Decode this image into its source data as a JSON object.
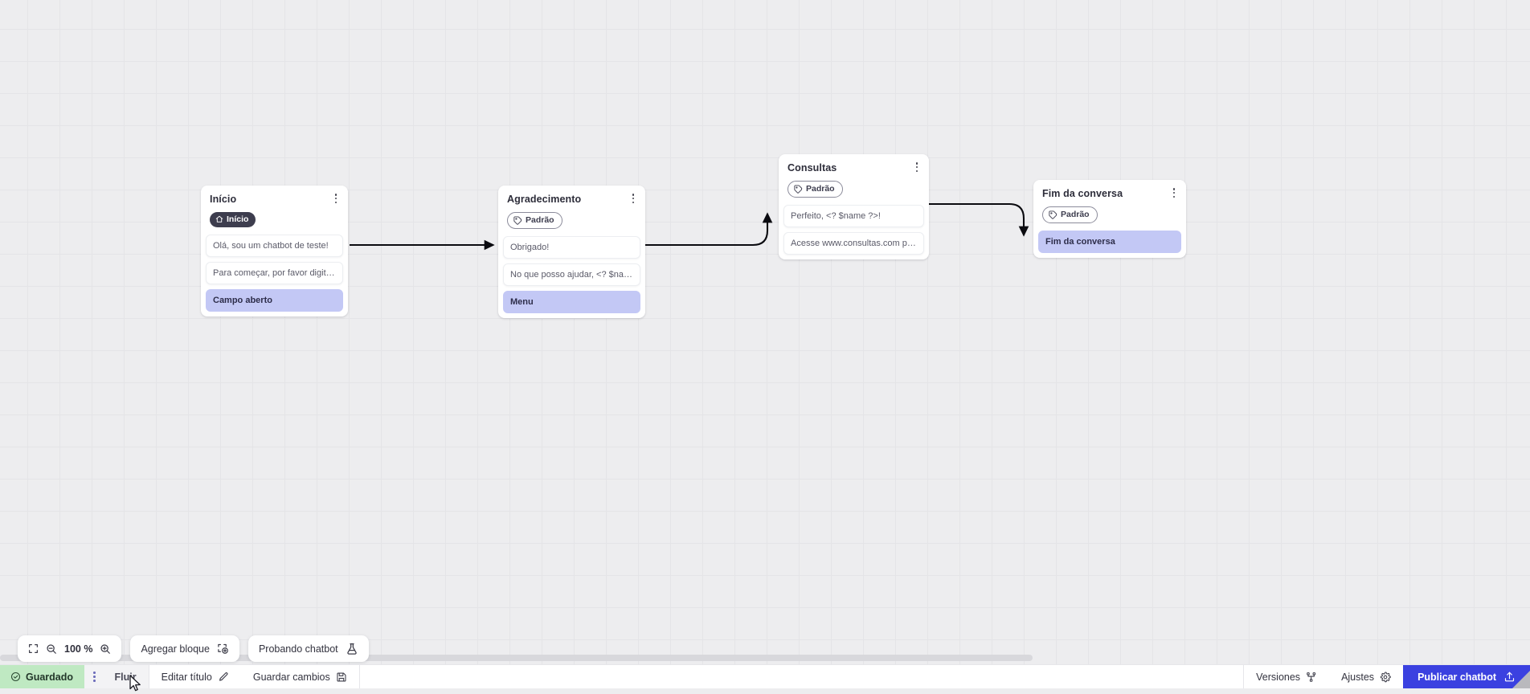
{
  "canvas": {
    "zoom_label": "100 %",
    "nodes": [
      {
        "id": "inicio",
        "title": "Início",
        "badge": {
          "label": "Início",
          "icon": "home-icon",
          "style": "dark"
        },
        "messages": [
          {
            "text": "Olá, sou um chatbot de teste!",
            "accent": false
          },
          {
            "text": "Para começar, por favor digite o ...",
            "accent": false
          },
          {
            "text": "Campo aberto",
            "accent": true
          }
        ]
      },
      {
        "id": "agradecimento",
        "title": "Agradecimento",
        "badge": {
          "label": "Padrão",
          "icon": "tag-icon",
          "style": "outline"
        },
        "messages": [
          {
            "text": "Obrigado!",
            "accent": false
          },
          {
            "text": "No que posso ajudar, <? $name ...",
            "accent": false
          },
          {
            "text": "Menu",
            "accent": true
          }
        ]
      },
      {
        "id": "consultas",
        "title": "Consultas",
        "badge": {
          "label": "Padrão",
          "icon": "tag-icon",
          "style": "outline"
        },
        "messages": [
          {
            "text": "Perfeito, <? $name ?>!",
            "accent": false
          },
          {
            "text": "Acesse www.consultas.com par...",
            "accent": false
          }
        ]
      },
      {
        "id": "fim",
        "title": "Fim da conversa",
        "badge": {
          "label": "Padrão",
          "icon": "tag-icon",
          "style": "outline"
        },
        "messages": [
          {
            "text": "Fim da conversa",
            "accent": true
          }
        ]
      }
    ]
  },
  "toolbar": {
    "fit_icon": "fit-screen-icon",
    "zoom_out_icon": "zoom-out-icon",
    "zoom_in_icon": "zoom-in-icon",
    "zoom_label": "100 %",
    "add_block_label": "Agregar bloque",
    "add_block_icon": "add-block-icon",
    "test_chatbot_label": "Probando chatbot",
    "test_chatbot_icon": "flask-icon"
  },
  "statusbar": {
    "saved_label": "Guardado",
    "saved_icon": "check-circle-icon",
    "kebab_icon": "kebab-menu-icon",
    "flow_tab_label": "Fluir",
    "edit_title_label": "Editar título",
    "edit_title_icon": "pencil-icon",
    "save_changes_label": "Guardar cambios",
    "save_changes_icon": "floppy-disk-icon",
    "versions_label": "Versiones",
    "versions_icon": "branch-icon",
    "settings_label": "Ajustes",
    "settings_icon": "gear-icon",
    "publish_label": "Publicar chatbot",
    "publish_icon": "upload-icon"
  },
  "colors": {
    "accent_blue": "#3b41e0",
    "saved_green": "#bfe9c2",
    "node_accent": "#c3c8f5",
    "badge_dark": "#3d3d4e",
    "canvas_bg": "#ededef",
    "grid_line": "#e4e4e7"
  }
}
